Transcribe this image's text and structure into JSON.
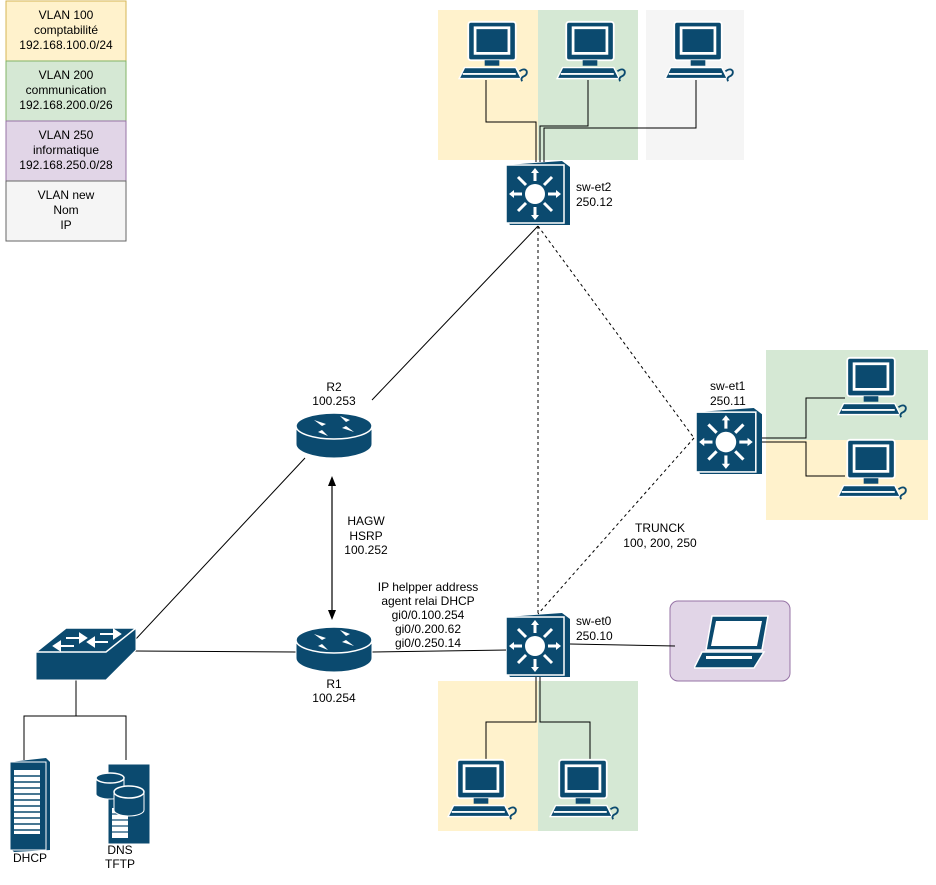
{
  "colors": {
    "vlan100": "#fff2cc",
    "vlan200": "#d5e8d4",
    "vlan250": "#e1d5e7",
    "vlannew": "#f5f5f5",
    "border_vlan100": "#d6b656",
    "border_vlan200": "#82b366",
    "border_vlan250": "#9673a6",
    "border_vlannew": "#666666",
    "device_blue": "#0b4a6f",
    "device_fill": "#005581"
  },
  "legend": [
    {
      "line1": "VLAN 100",
      "line2": "comptabilité",
      "line3": "192.168.100.0/24"
    },
    {
      "line1": "VLAN 200",
      "line2": "communication",
      "line3": "192.168.200.0/26"
    },
    {
      "line1": "VLAN 250",
      "line2": "informatique",
      "line3": "192.168.250.0/28"
    },
    {
      "line1": "VLAN new",
      "line2": "Nom",
      "line3": "IP"
    }
  ],
  "switches": {
    "sw_et2": {
      "name": "sw-et2",
      "ip": "250.12"
    },
    "sw_et1": {
      "name": "sw-et1",
      "ip": "250.11"
    },
    "sw_et0": {
      "name": "sw-et0",
      "ip": "250.10"
    }
  },
  "routers": {
    "r2": {
      "name": "R2",
      "ip": "100.253"
    },
    "r1": {
      "name": "R1",
      "ip": "100.254"
    }
  },
  "hsrp": {
    "line1": "HAGW",
    "line2": "HSRP",
    "line3": "100.252"
  },
  "dhcp_relay": {
    "line1": "IP helpper address",
    "line2": "agent relai DHCP",
    "line3": "gi0/0.100.254",
    "line4": "gi0/0.200.62",
    "line5": "gi0/0.250.14"
  },
  "trunk": {
    "line1": "TRUNCK",
    "line2": "100, 200, 250"
  },
  "servers": {
    "dhcp": {
      "line1": "DHCP"
    },
    "dns": {
      "line1": "DNS",
      "line2": "TFTP"
    }
  }
}
